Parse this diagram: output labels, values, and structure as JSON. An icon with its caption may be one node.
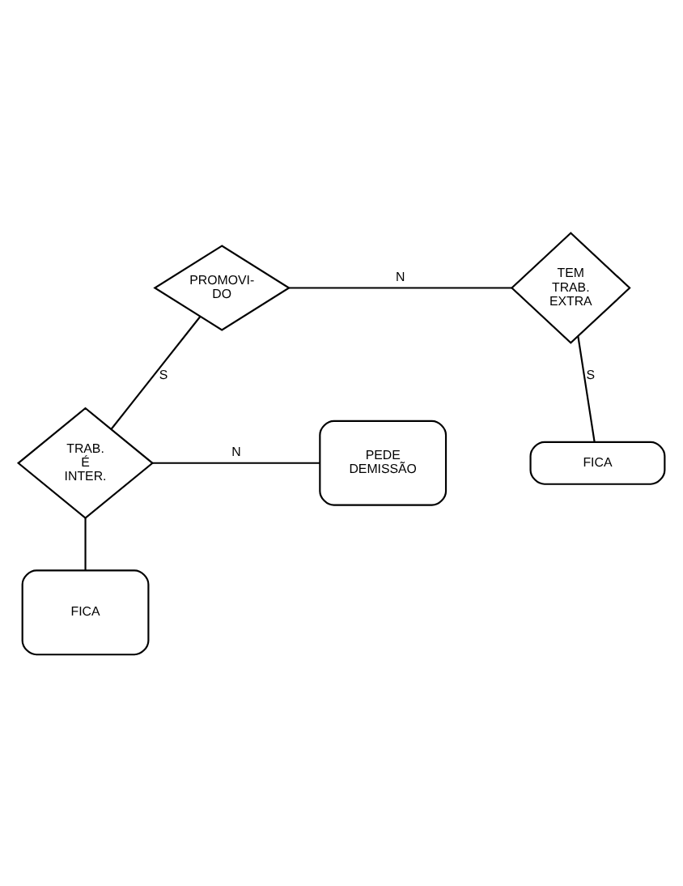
{
  "diagram": {
    "nodes": [
      {
        "text": [
          "PROMOVI- DO"
        ]
      },
      {
        "text": [
          "TEM TRAB. EXTRA"
        ]
      },
      {
        "text": [
          "FICA"
        ]
      },
      {
        "text": [
          "TRAB. É INTER."
        ]
      },
      {
        "text": [
          "PEDE DEMISSÃO"
        ]
      },
      {
        "text": [
          "FICA"
        ]
      }
    ],
    "edges": [
      {
        "from": 0,
        "to": 1,
        "arrow": "none",
        "label": "N"
      },
      {
        "from": 1,
        "to": 2,
        "arrow": "none",
        "label": "S"
      },
      {
        "from": 0,
        "to": 3,
        "arrow": "none",
        "label": "S"
      },
      {
        "from": 3,
        "to": 4,
        "arrow": "none",
        "label": "N"
      },
      {
        "from": 3,
        "to": 5,
        "arrow": "none"
      }
    ]
  }
}
